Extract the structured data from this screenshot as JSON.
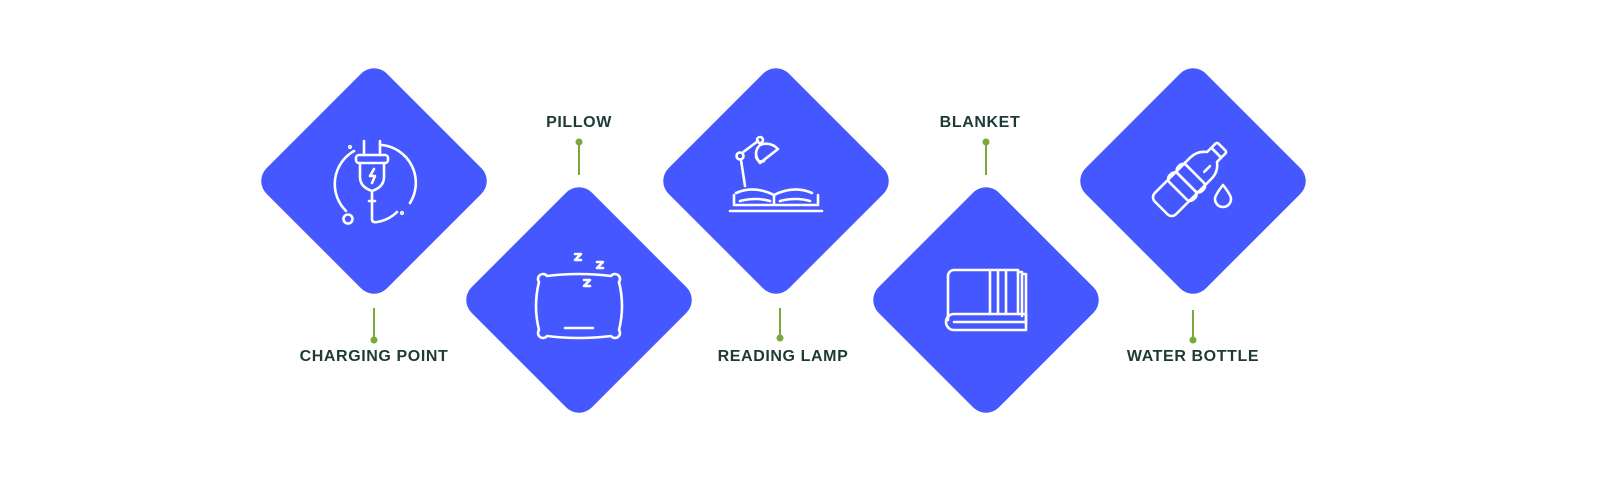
{
  "colors": {
    "diamond": "#4557ff",
    "label": "#1e3a36",
    "connector": "#7aa83a"
  },
  "items": [
    {
      "label": "CHARGING POINT",
      "icon": "plug-icon"
    },
    {
      "label": "PILLOW",
      "icon": "pillow-icon"
    },
    {
      "label": "READING LAMP",
      "icon": "lamp-book-icon"
    },
    {
      "label": "BLANKET",
      "icon": "blanket-icon"
    },
    {
      "label": "WATER BOTTLE",
      "icon": "water-bottle-icon"
    }
  ]
}
